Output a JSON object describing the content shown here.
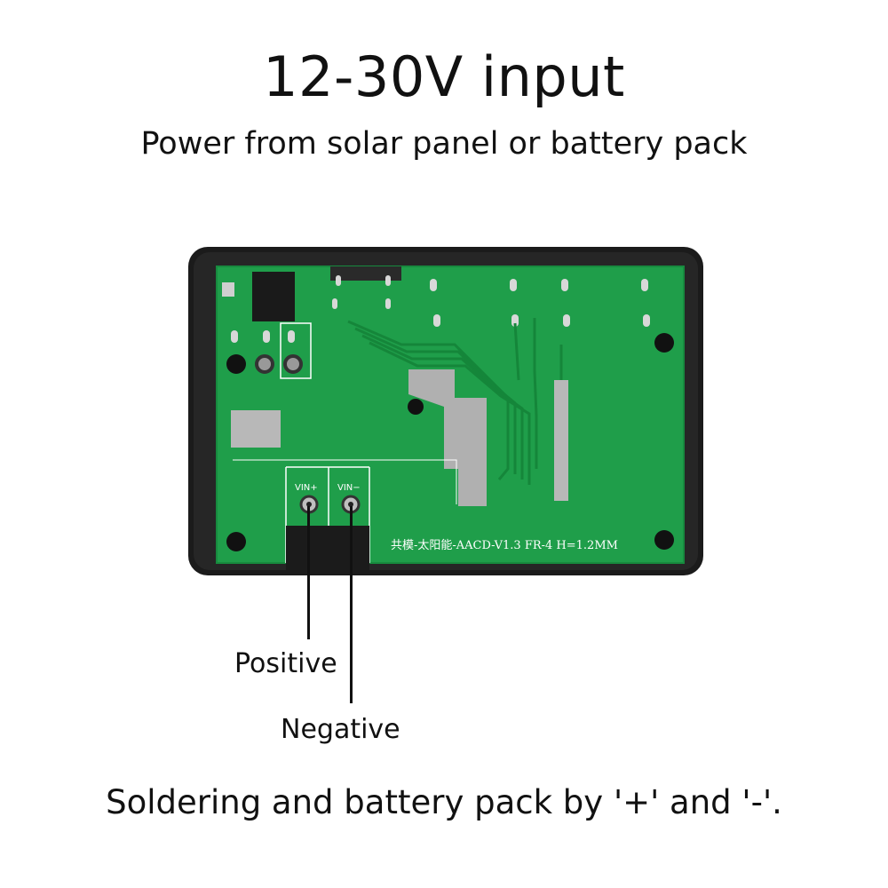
{
  "heading": {
    "title": "12-30V input",
    "subtitle": "Power from solar panel or battery pack"
  },
  "board": {
    "silkscreen_text": "共模-太阳能-AACD-V1.3  FR-4  H=1.2MM",
    "pad_plus_label": "VIN+",
    "pad_minus_label": "VIN−",
    "colors": {
      "pcb": "#1f9e4a",
      "case": "#1b1b1b",
      "pad": "#c9c9c9",
      "silk": "#ffffff"
    }
  },
  "callouts": {
    "positive": "Positive",
    "negative": "Negative"
  },
  "footer": {
    "note": "Soldering and battery pack by '+' and '-'."
  }
}
